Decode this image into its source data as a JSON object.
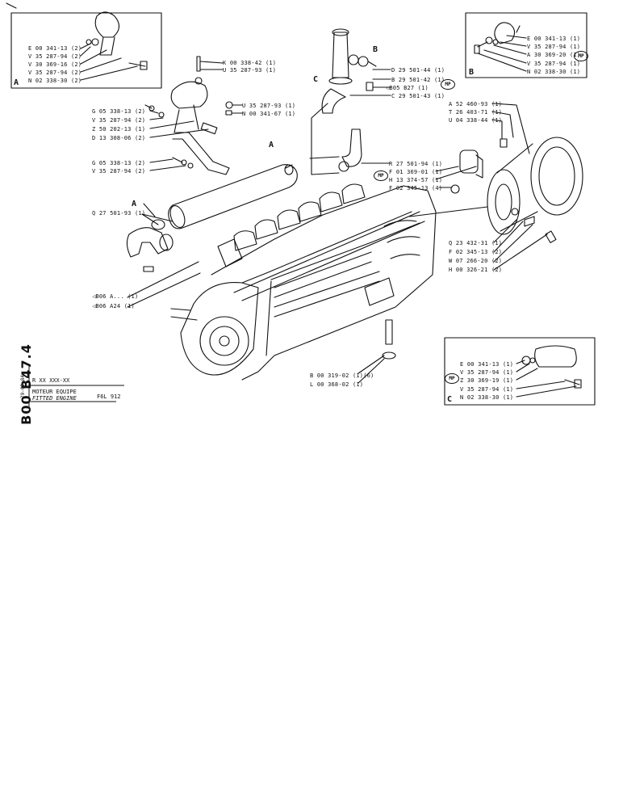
{
  "box_a": {
    "letter": "A",
    "labels": [
      "E 00 341-13 (2)",
      "V 35 287-94 (2)",
      "V 30 369-16 (2)",
      "V 35 287-94 (2)",
      "N 02 338-30 (2)"
    ]
  },
  "box_b": {
    "letter": "B",
    "labels": [
      "E 00 341-13 (1)",
      "V 35 287-94 (1)",
      "A 30 369-20 (1)",
      "V 35 287-94 (1)",
      "N 02 338-30 (1)"
    ],
    "mp": "MP"
  },
  "box_c": {
    "letter": "C",
    "labels": [
      "E 00 341-13 (1)",
      "V 35 287-94 (1)",
      "Z 30 369-19 (1)",
      "V 35 287-94 (1)",
      "N 02 338-30 (1)"
    ],
    "mp": "MP"
  },
  "bracket_labels": {
    "top": [
      "K 00 338-42 (1)",
      "U 35 287-93 (1)"
    ],
    "mid": [
      "U 35 287-93 (1)",
      "N 00 341-67 (1)"
    ],
    "left": [
      "G 05 338-13 (2)",
      "V 35 287-94 (2)",
      "Z 50 202-13 (1)",
      "D 13 308-06 (2)"
    ],
    "left2": [
      "G 05 338-13 (2)",
      "V 35 287-94 (2)"
    ]
  },
  "pipe_labels": {
    "top": [
      "D 29 501-44 (1)",
      "B 29 501-42 (1)",
      "◁B05 B27 (1)",
      "C 29 501-43 (1)"
    ],
    "mp": "MP",
    "r": "R 27 501-94 (1)",
    "fh": [
      "F 01 369-01 (1)",
      "H 13 374-57 (1)"
    ],
    "fh_mp": "MP",
    "f2": "F 02 345-13 (4)"
  },
  "right_labels": {
    "top": [
      "A 52 460-93 (1)",
      "T 26 403-71 (1)",
      "U 04 338-44 (1)"
    ],
    "bottom": [
      "Q 23 432-31 (1)",
      "F 02 345-13 (2)",
      "W 07 266-20 (2)",
      "H 00 326-21 (2)"
    ]
  },
  "left_labels": {
    "q": "Q 27 501-93 (1)",
    "b806a": "◁B06 A... (1)",
    "b806b": "◁B06 A24 (1)"
  },
  "bottom_labels": [
    "B 00 319-02 (1)(6)",
    "L 00 368-02 (1)"
  ],
  "callouts": {
    "a1": "A",
    "a2": "A",
    "b": "B",
    "c": "C"
  },
  "doc": {
    "code": "B00 B47.4",
    "date": "29-02-84",
    "ref": "R XX XXX-XX",
    "title_fr": "MOTEUR EQUIPE",
    "title_en": "FITTED ENGINE",
    "model": "F6L 912"
  }
}
